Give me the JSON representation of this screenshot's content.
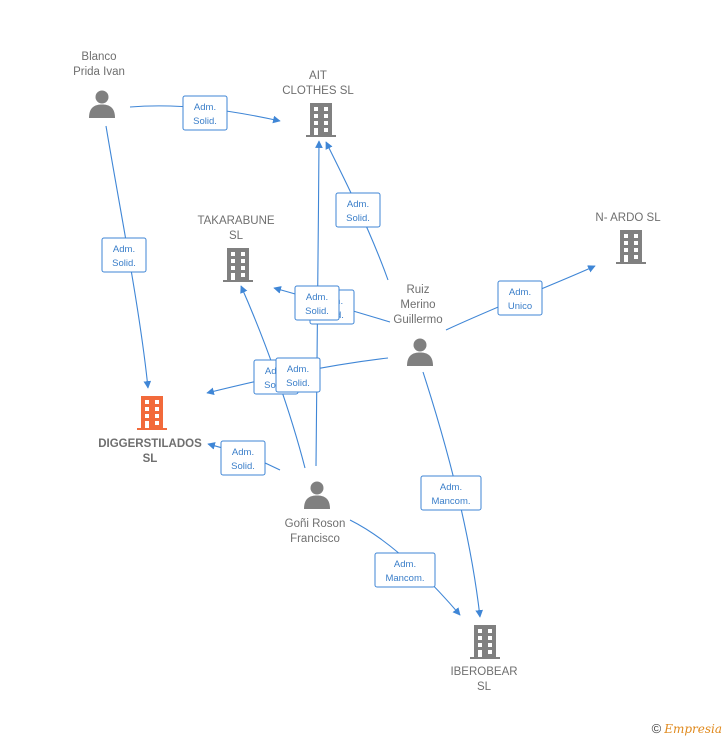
{
  "colors": {
    "edge": "#3f86d6",
    "node": "#808080",
    "focus": "#f26a3b",
    "label": "#6f6f6f"
  },
  "nodes": {
    "blanco": {
      "type": "person",
      "lines": [
        "Blanco",
        "Prida Ivan"
      ]
    },
    "ait": {
      "type": "company",
      "lines": [
        "AIT",
        "CLOTHES  SL"
      ]
    },
    "takarabune": {
      "type": "company",
      "lines": [
        "TAKARABUNE",
        "SL"
      ]
    },
    "nardo": {
      "type": "company",
      "lines": [
        "N- ARDO  SL"
      ]
    },
    "ruiz": {
      "type": "person",
      "lines": [
        "Ruiz",
        "Merino",
        "Guillermo"
      ]
    },
    "digger": {
      "type": "company-focus",
      "lines": [
        "DIGGERSTILADOS",
        "SL"
      ]
    },
    "goni": {
      "type": "person",
      "lines": [
        "Goñi Roson",
        "Francisco"
      ]
    },
    "iberobear": {
      "type": "company",
      "lines": [
        "IBEROBEAR",
        "SL"
      ]
    }
  },
  "relations": [
    {
      "id": "r1",
      "lines": [
        "Adm.",
        "Solid."
      ]
    },
    {
      "id": "r2",
      "lines": [
        "Adm.",
        "Solid."
      ]
    },
    {
      "id": "r3",
      "lines": [
        "Adm.",
        "Solid."
      ]
    },
    {
      "id": "r4",
      "lines": [
        "Adm.",
        "Unico"
      ]
    },
    {
      "id": "r5a",
      "lines": [
        "Adm.",
        "Solid."
      ]
    },
    {
      "id": "r5b",
      "lines": [
        "Adm.",
        "Solid."
      ]
    },
    {
      "id": "r6a",
      "lines": [
        "Adm.",
        "Solid."
      ]
    },
    {
      "id": "r6b",
      "lines": [
        "Adm.",
        "Solid."
      ]
    },
    {
      "id": "r7",
      "lines": [
        "Adm.",
        "Solid."
      ]
    },
    {
      "id": "r8",
      "lines": [
        "Adm.",
        "Mancom."
      ]
    },
    {
      "id": "r9",
      "lines": [
        "Adm.",
        "Mancom."
      ]
    }
  ],
  "footer": {
    "symbol": "©",
    "brand": "Empresia"
  }
}
